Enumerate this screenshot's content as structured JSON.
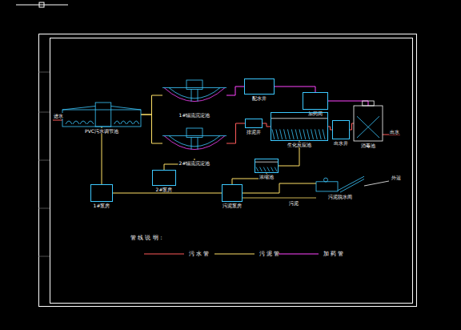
{
  "diagram": {
    "nodes": [
      {
        "text": [
          "PVC污水调节池"
        ]
      },
      {
        "text": [
          "1#辐流沉淀池"
        ]
      },
      {
        "text": [
          "2#辐流沉淀池"
        ]
      },
      {
        "text": [
          "配水井"
        ]
      },
      {
        "text": [
          "排泥井"
        ]
      },
      {
        "text": [
          "加药间"
        ]
      },
      {
        "text": [
          "生化反应池"
        ]
      },
      {
        "text": [
          "出水井"
        ]
      },
      {
        "text": [
          "消毒池"
        ]
      },
      {
        "text": [
          "2#泵房"
        ]
      },
      {
        "text": [
          "1#泵房"
        ]
      },
      {
        "text": [
          "污泥泵房"
        ]
      },
      {
        "text": [
          "浓缩池"
        ]
      },
      {
        "text": [
          "污泥脱水间"
        ]
      }
    ],
    "edges": [
      {
        "from": 0,
        "to": 1,
        "arrow": "none"
      },
      {
        "from": 0,
        "to": 2,
        "arrow": "none"
      },
      {
        "from": 1,
        "to": 3,
        "arrow": "none"
      },
      {
        "from": 2,
        "to": 4,
        "arrow": "none"
      },
      {
        "from": 3,
        "to": 5,
        "arrow": "none"
      },
      {
        "from": 4,
        "to": 6,
        "arrow": "none"
      },
      {
        "from": 5,
        "to": 8,
        "arrow": "none"
      },
      {
        "from": 6,
        "to": 7,
        "arrow": "none"
      },
      {
        "from": 7,
        "to": 8,
        "arrow": "none"
      },
      {
        "from": 0,
        "to": 10,
        "arrow": "none"
      },
      {
        "from": 10,
        "to": 11,
        "arrow": "none"
      },
      {
        "from": 2,
        "to": 9,
        "arrow": "none"
      },
      {
        "from": 11,
        "to": 12,
        "arrow": "none"
      },
      {
        "from": 11,
        "to": 13,
        "arrow": "none"
      },
      {
        "from": 6,
        "to": 12,
        "arrow": "none"
      }
    ],
    "labels": [
      "进水",
      "出水",
      "外运",
      "污泥",
      "管 线 说 明："
    ],
    "legend": [
      {
        "text": "污 水 管"
      },
      {
        "text": "污 泥 管"
      },
      {
        "text": "加 药 管"
      }
    ]
  }
}
